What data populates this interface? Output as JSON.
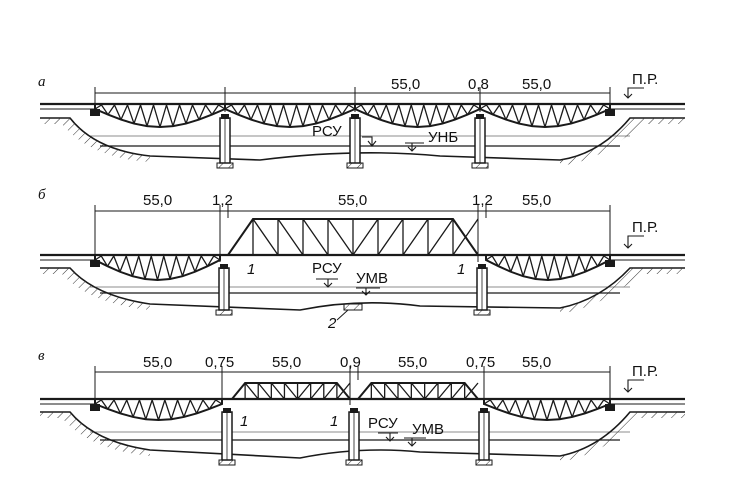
{
  "figure": {
    "panels": [
      {
        "id": "a",
        "label": "а",
        "dims": [
          "55,0",
          "0,8",
          "55,0"
        ],
        "water_levels": [
          "РСУ",
          "УНБ"
        ],
        "bank_mark": "П.Р.",
        "pier_marks": []
      },
      {
        "id": "b",
        "label": "б",
        "dims": [
          "55,0",
          "1,2",
          "55,0",
          "1,2",
          "55,0"
        ],
        "water_levels": [
          "РСУ",
          "УМВ"
        ],
        "bank_mark": "П.Р.",
        "pier_marks": [
          "1",
          "1",
          "2"
        ]
      },
      {
        "id": "v",
        "label": "в",
        "dims": [
          "55,0",
          "0,75",
          "55,0",
          "0,9",
          "55,0",
          "0,75",
          "55,0"
        ],
        "water_levels": [
          "РСУ",
          "УМВ"
        ],
        "bank_mark": "П.Р.",
        "pier_marks": [
          "1",
          "1"
        ]
      }
    ]
  }
}
